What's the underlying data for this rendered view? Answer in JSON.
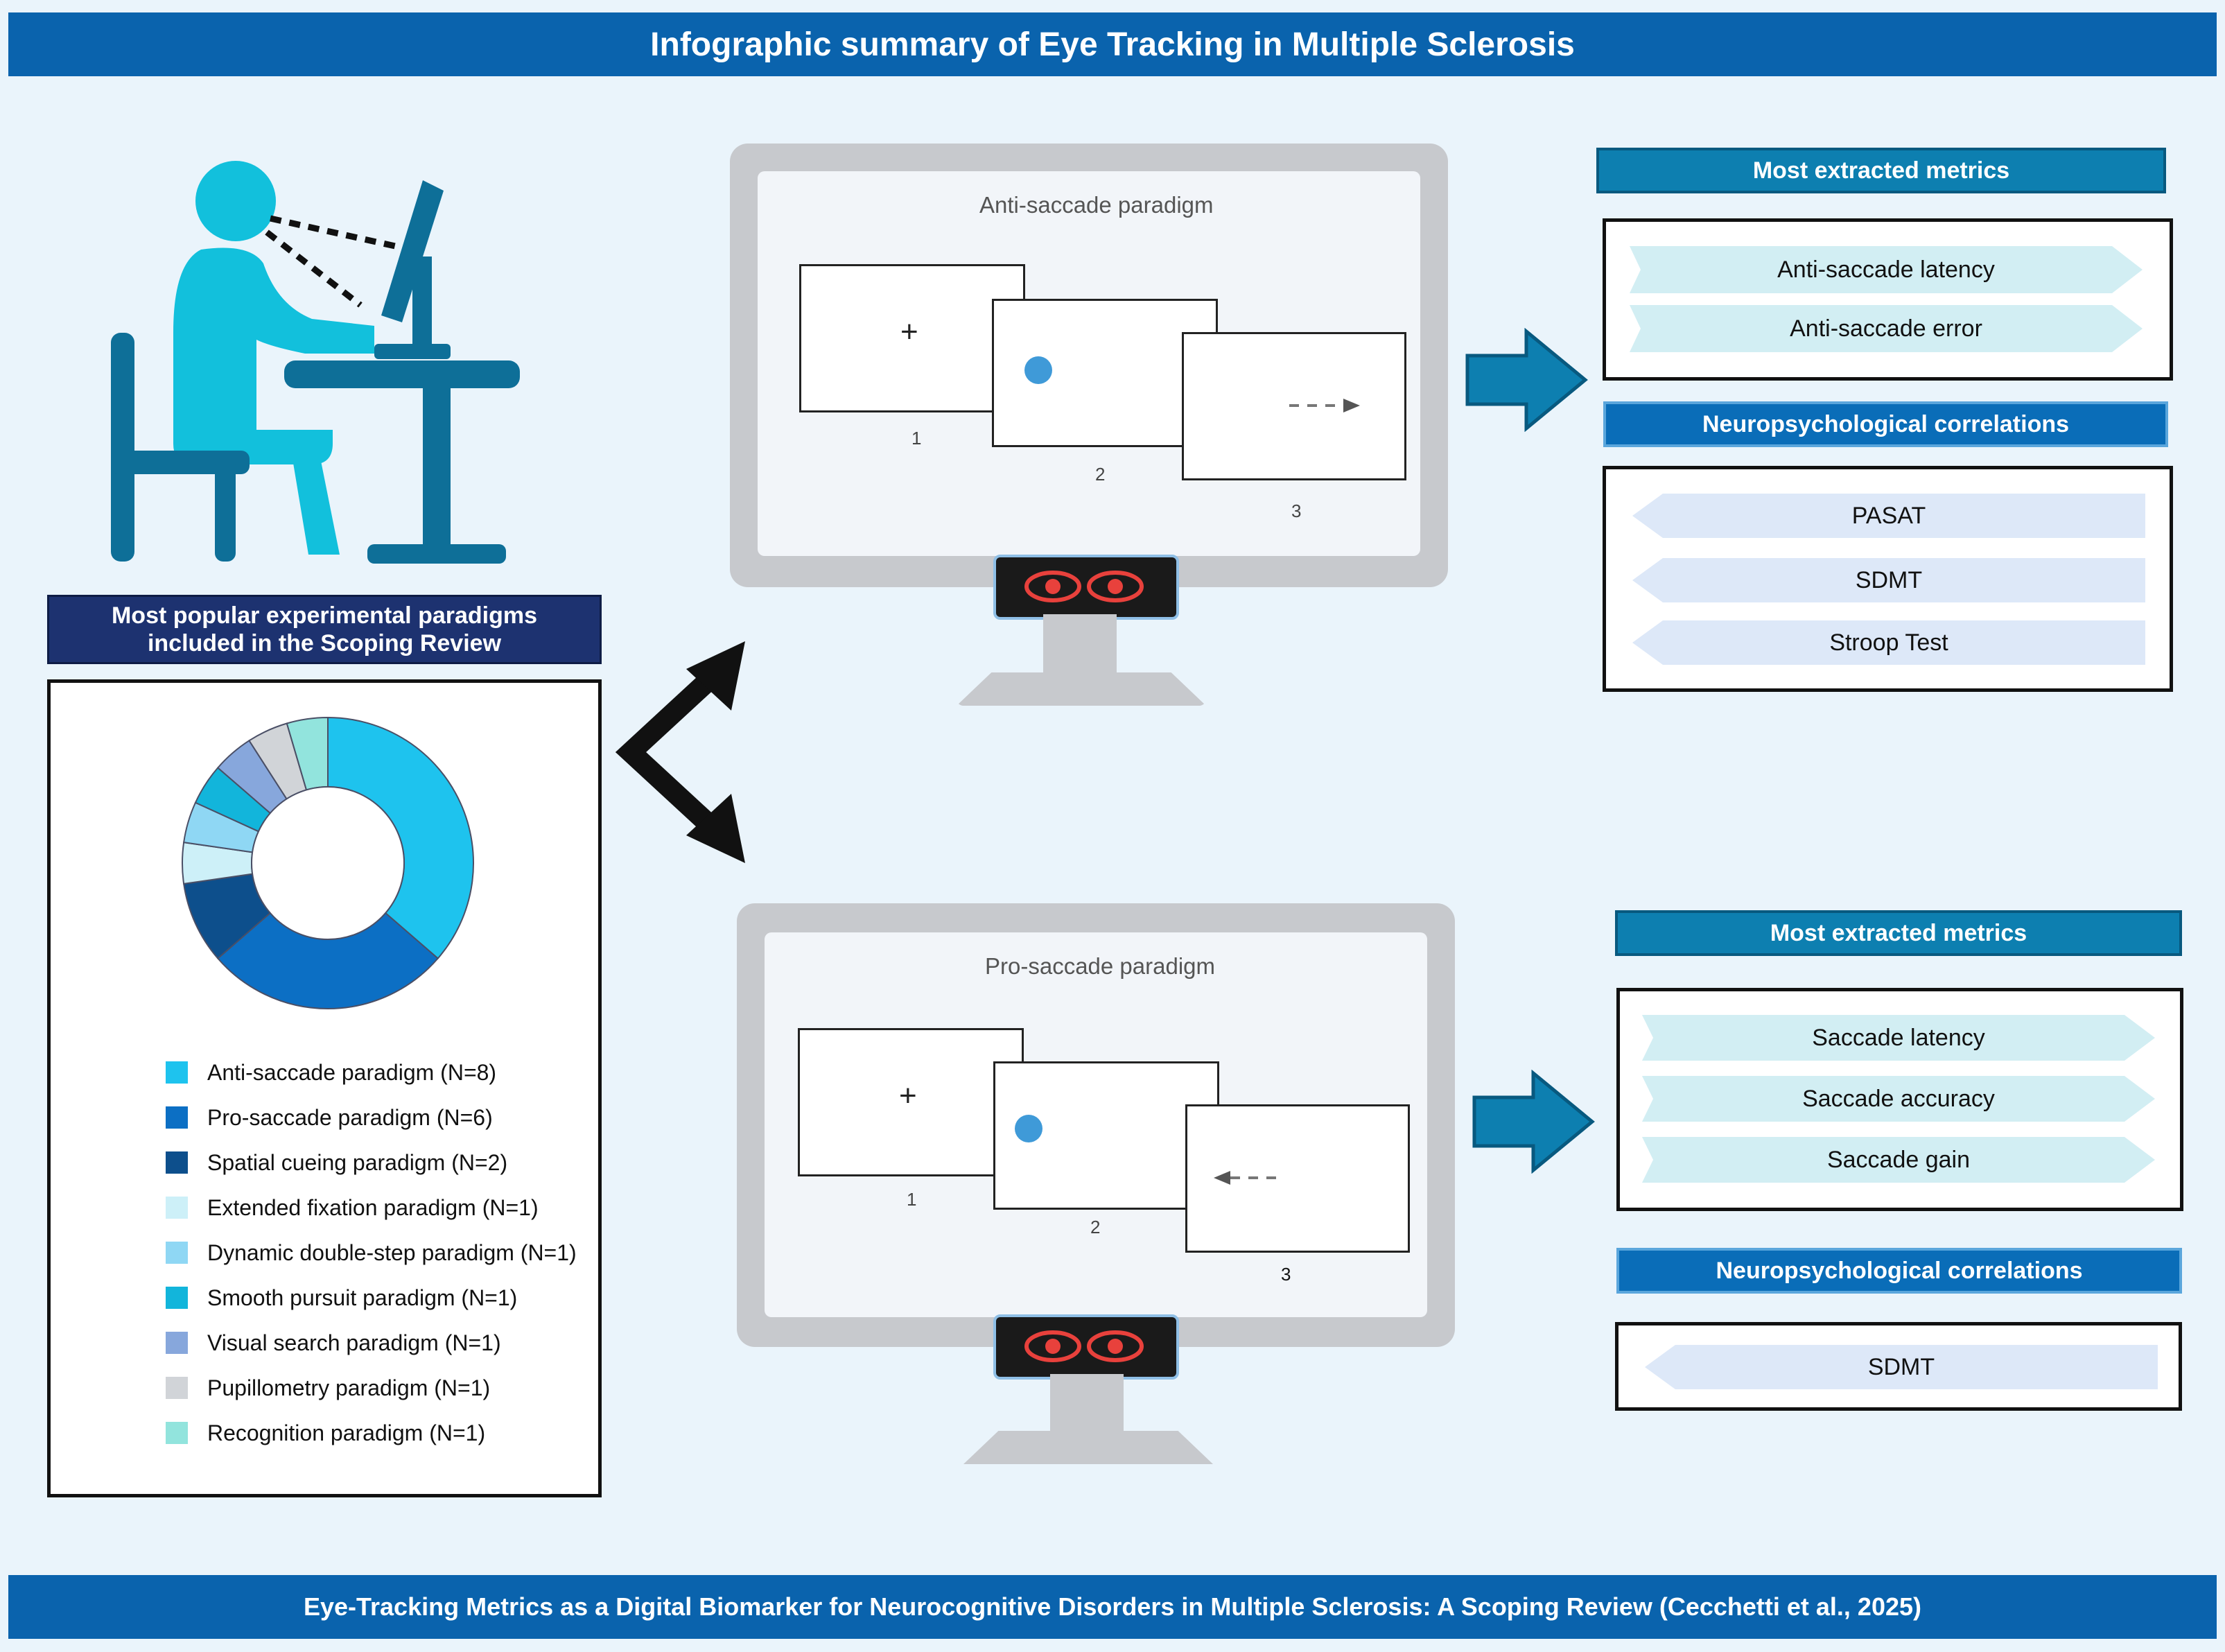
{
  "title": "Infographic summary of Eye Tracking in Multiple Sclerosis",
  "footer": "Eye-Tracking Metrics as a Digital Biomarker for  Neurocognitive Disorders in Multiple Sclerosis: A Scoping Review (Cecchetti et al., 2025)",
  "paradigms_panel": {
    "heading_line1": "Most popular experimental paradigms",
    "heading_line2": "included in the Scoping Review"
  },
  "chart_data": {
    "type": "pie",
    "variant": "donut",
    "title": "",
    "legend_position": "below",
    "slices": [
      {
        "label": "Anti-saccade paradigm (N=8)",
        "value": 8,
        "color": "#1ec3ee"
      },
      {
        "label": "Pro-saccade paradigm (N=6)",
        "value": 6,
        "color": "#0c6fc4"
      },
      {
        "label": "Spatial cueing paradigm (N=2)",
        "value": 2,
        "color": "#0d4f8c"
      },
      {
        "label": "Extended fixation paradigm (N=1)",
        "value": 1,
        "color": "#cdf0f8"
      },
      {
        "label": "Dynamic double-step paradigm (N=1)",
        "value": 1,
        "color": "#8fd7f4"
      },
      {
        "label": "Smooth pursuit paradigm (N=1)",
        "value": 1,
        "color": "#12b5db"
      },
      {
        "label": "Visual search paradigm (N=1)",
        "value": 1,
        "color": "#87a7dc"
      },
      {
        "label": "Pupillometry paradigm (N=1)",
        "value": 1,
        "color": "#d1d4d8"
      },
      {
        "label": "Recognition paradigm (N=1)",
        "value": 1,
        "color": "#92e4dd"
      }
    ]
  },
  "anti": {
    "title": "Anti-saccade paradigm",
    "frames": [
      "1",
      "2",
      "3"
    ],
    "fixation": "+",
    "metrics_heading": "Most extracted metrics",
    "metrics": [
      "Anti-saccade  latency",
      "Anti-saccade error"
    ],
    "corr_heading": "Neuropsychological correlations",
    "corr": [
      "PASAT",
      "SDMT",
      "Stroop Test"
    ]
  },
  "pro": {
    "title": "Pro-saccade paradigm",
    "frames": [
      "1",
      "2",
      "3"
    ],
    "fixation": "+",
    "metrics_heading": "Most extracted metrics",
    "metrics": [
      "Saccade latency",
      "Saccade accuracy",
      "Saccade gain"
    ],
    "corr_heading": "Neuropsychological correlations",
    "corr": [
      "SDMT"
    ]
  },
  "colors": {
    "header_blue": "#0a63ad",
    "panel_navy": "#1d3270",
    "figure_cyan": "#12c0dc",
    "figure_teal": "#0e6f98",
    "eye_red": "#e8413c"
  },
  "icons": [
    "person-at-computer-icon",
    "double-arrow-icon",
    "right-arrow-icon",
    "eye-icon"
  ]
}
